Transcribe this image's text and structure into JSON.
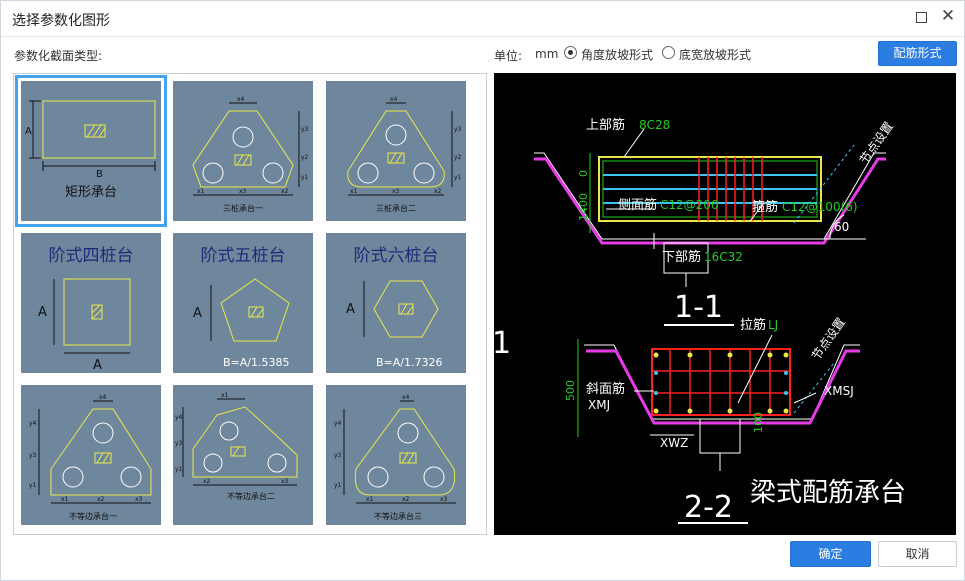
{
  "window": {
    "title": "选择参数化图形"
  },
  "left_panel": {
    "section_label": "参数化截面类型:"
  },
  "units": {
    "label": "单位:",
    "value": "mm"
  },
  "mode": {
    "options": [
      {
        "label": "角度放坡形式",
        "checked": true
      },
      {
        "label": "底宽放坡形式",
        "checked": false
      }
    ]
  },
  "buttons": {
    "config": "配筋形式",
    "ok": "确定",
    "cancel": "取消"
  },
  "tiles": [
    {
      "caption": "矩形承台",
      "dim_a": "A",
      "dim_b": "B"
    },
    {
      "caption": "三桩承台一"
    },
    {
      "caption": "三桩承台二"
    },
    {
      "caption": "阶式四桩台",
      "dim_a": "A",
      "dim_b": "A"
    },
    {
      "caption": "阶式五桩台",
      "dim_a": "A",
      "dim_b": "B=A/1.5385"
    },
    {
      "caption": "阶式六桩台",
      "dim_a": "A",
      "dim_b": "B=A/1.7326"
    },
    {
      "caption": "不等边承台一"
    },
    {
      "caption": "不等边承台二"
    },
    {
      "caption": "不等边承台三"
    }
  ],
  "tile_small_labels": {
    "x1": "x1",
    "x2": "x2",
    "x3": "x3",
    "x4": "x4",
    "y1": "y1",
    "y2": "y2",
    "y3": "y3",
    "y4": "y4"
  },
  "preview": {
    "top_rebar": "上部筋",
    "top_rebar_spec": "8C28",
    "side_rebar": "侧面筋",
    "side_rebar_spec": "C12@200",
    "stirrup": "箍筋",
    "stirrup_spec": "C12@100(6)",
    "bottom_rebar": "下部筋",
    "bottom_rebar_spec": "16C32",
    "node_setting_1": "节点设置",
    "node_setting_2": "节点设置",
    "angle": "60",
    "dim_top": "0",
    "dim_side": "1400",
    "section_1": "1-1",
    "tie_bar": "拉筋",
    "tie_bar_spec": "LJ",
    "slope_rebar": "斜面筋",
    "slope_rebar_spec": "XMJ",
    "xmsj": "XMSJ",
    "xwz": "XWZ",
    "dim_500": "500",
    "dim_100": "100",
    "section_2": "2-2",
    "left_mark": "1",
    "caption": "梁式配筋承台"
  },
  "colors": {
    "accent": "#2b7de1",
    "tile_bg": "#6f879d",
    "cad_yellow": "#e8e84a",
    "cad_green": "#22cc22",
    "cad_red": "#ff2020",
    "cad_magenta": "#e83be8"
  }
}
